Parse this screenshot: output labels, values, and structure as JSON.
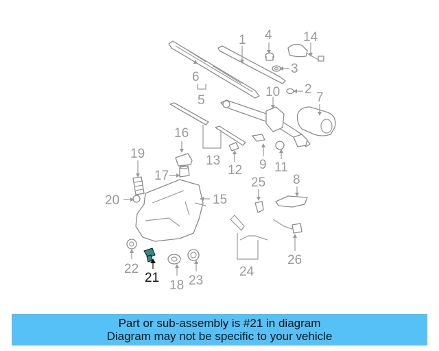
{
  "part_labels": {
    "p1": "1",
    "p2": "2",
    "p3": "3",
    "p4": "4",
    "p5": "5",
    "p6": "6",
    "p7": "7",
    "p8": "8",
    "p9": "9",
    "p10": "10",
    "p11": "11",
    "p12": "12",
    "p13": "13",
    "p14": "14",
    "p15": "15",
    "p16": "16",
    "p17": "17",
    "p18": "18",
    "p19": "19",
    "p20": "20",
    "p21": "21",
    "p22": "22",
    "p23": "23",
    "p24": "24",
    "p25": "25",
    "p26": "26"
  },
  "highlighted_part": "21",
  "colors": {
    "banner": "#55c1f6",
    "highlight_part": "#2e8b8b",
    "label": "#9a9a9a"
  },
  "banner": {
    "line1": "Part or sub-assembly is #21 in diagram",
    "line2": "Diagram may not be specific to your vehicle"
  }
}
